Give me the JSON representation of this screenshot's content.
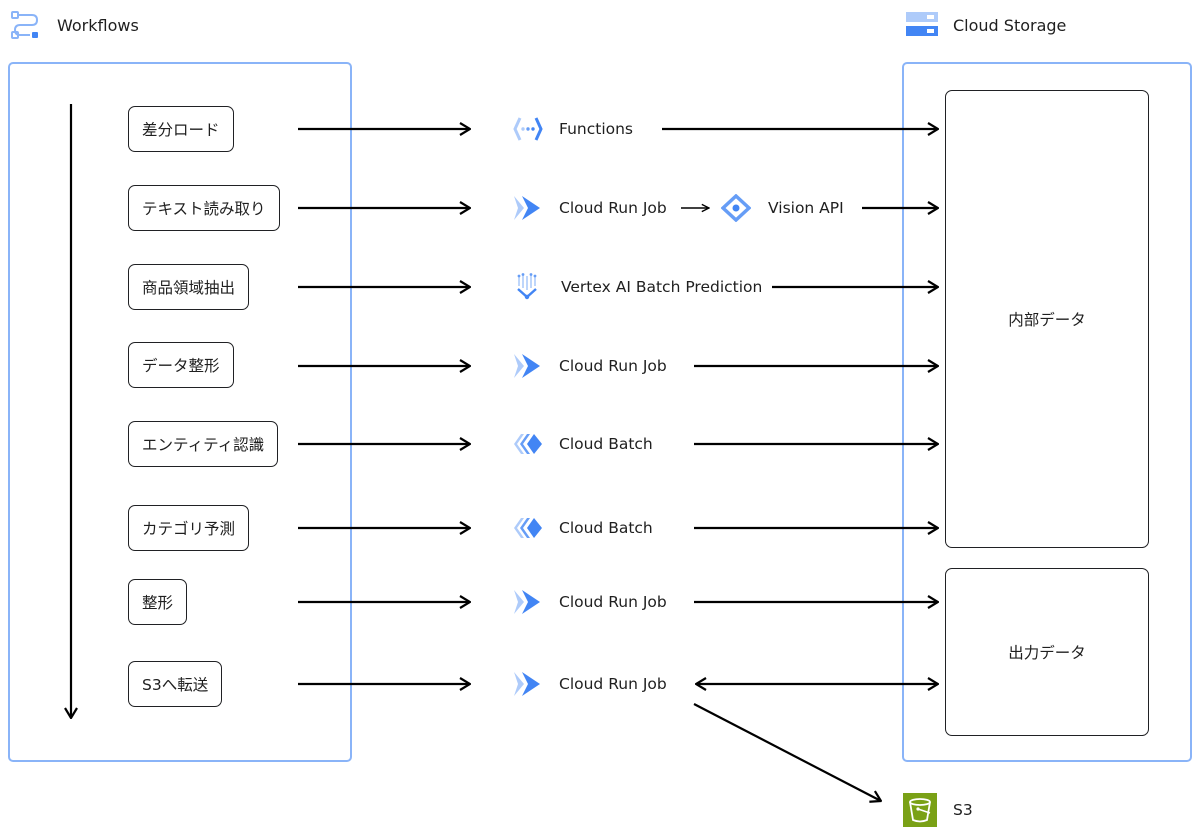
{
  "workflows": {
    "title": "Workflows",
    "icon": "workflows-icon",
    "steps": [
      {
        "label": "差分ロード"
      },
      {
        "label": "テキスト読み取り"
      },
      {
        "label": "商品領域抽出"
      },
      {
        "label": "データ整形"
      },
      {
        "label": "エンティティ認識"
      },
      {
        "label": "カテゴリ予測"
      },
      {
        "label": "整形"
      },
      {
        "label": "S3へ転送"
      }
    ]
  },
  "services": [
    {
      "label": "Functions",
      "icon": "cloud-functions-icon"
    },
    {
      "label": "Cloud Run Job",
      "icon": "cloud-run-icon",
      "next_label": "Vision API",
      "next_icon": "vision-api-icon"
    },
    {
      "label": "Vertex AI Batch Prediction",
      "icon": "vertex-ai-icon"
    },
    {
      "label": "Cloud Run Job",
      "icon": "cloud-run-icon"
    },
    {
      "label": "Cloud Batch",
      "icon": "cloud-batch-icon"
    },
    {
      "label": "Cloud Batch",
      "icon": "cloud-batch-icon"
    },
    {
      "label": "Cloud Run Job",
      "icon": "cloud-run-icon"
    },
    {
      "label": "Cloud Run Job",
      "icon": "cloud-run-icon"
    }
  ],
  "storage": {
    "title": "Cloud Storage",
    "icon": "cloud-storage-icon",
    "internal_data": "内部データ",
    "output_data": "出力データ"
  },
  "s3": {
    "label": "S3",
    "icon": "s3-bucket-icon"
  },
  "colors": {
    "panel_border": "#8ab4f8",
    "icon_blue": "#4285f4",
    "icon_blue_light": "#aecbfa",
    "s3_green": "#7aa116"
  }
}
